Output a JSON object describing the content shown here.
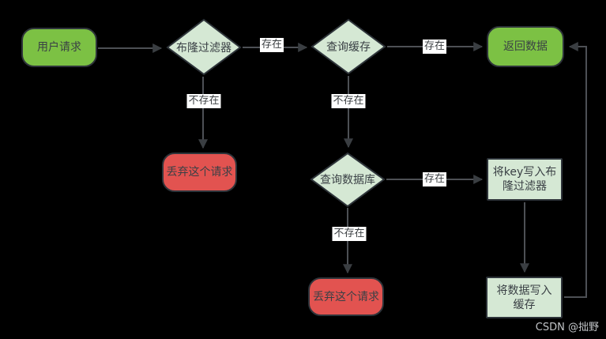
{
  "page": {
    "watermark": "CSDN @拙野"
  },
  "colors": {
    "node_green": "#7cc144",
    "node_light_green": "#d5e8d4",
    "node_red": "#e25350",
    "border_color": "#2e343a",
    "edge_color": "#4d5055",
    "arrow_color": "#3a3e42",
    "label_bg": "#ffffff",
    "label_text": "#3a3e41",
    "node_text": "#3a4045",
    "watermark_text": "#c2c5c8",
    "bg": "#000000"
  },
  "nodes": {
    "user_request": {
      "label": "用户请求",
      "shape": "rounded",
      "color": "green"
    },
    "bloom_filter": {
      "label": "布隆过滤器",
      "shape": "diamond",
      "color": "light-green"
    },
    "query_cache": {
      "label": "查询缓存",
      "shape": "diamond",
      "color": "light-green"
    },
    "return_data": {
      "label": "返回数据",
      "shape": "rounded",
      "color": "green"
    },
    "discard_request_1": {
      "label": "丢弃这个请求",
      "shape": "rounded",
      "color": "red"
    },
    "query_database": {
      "label": "查询数据库",
      "shape": "diamond",
      "color": "light-green"
    },
    "write_key_to_bloom": {
      "label_line1": "将key写入布",
      "label_line2": "隆过滤器",
      "shape": "rect",
      "color": "light-green"
    },
    "discard_request_2": {
      "label": "丢弃这个请求",
      "shape": "rounded",
      "color": "red"
    },
    "write_data_to_cache": {
      "label_line1": "将数据写入",
      "label_line2": "缓存",
      "shape": "rect",
      "color": "light-green"
    }
  },
  "edge_labels": {
    "exists_1": "存在",
    "exists_2": "存在",
    "exists_3": "存在",
    "not_exists_1": "不存在",
    "not_exists_2": "不存在",
    "not_exists_3": "不存在"
  }
}
